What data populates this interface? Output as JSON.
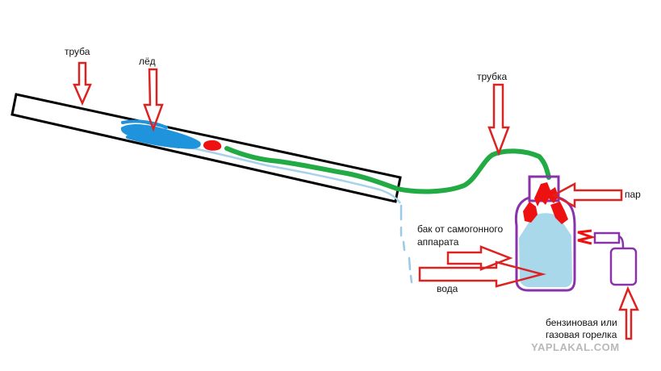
{
  "labels": {
    "pipe": "труба",
    "ice": "лёд",
    "tube": "трубка",
    "tank_line1": "бак от самогонного",
    "tank_line2": "аппарата",
    "water": "вода",
    "steam": "пар",
    "burner_line1": "бензиновая или",
    "burner_line2": "газовая горелка"
  },
  "watermark": "YAPLAKAL.COM",
  "colors": {
    "outline": "#000000",
    "arrow": "#dd2222",
    "ice": "#2299dd",
    "tube": "#22aa44",
    "tank_outline": "#8833aa",
    "water_fill": "#a8d8ea",
    "steam": "#ee1111",
    "drip": "#9cc9e6"
  },
  "icons": [
    "down-arrow-icon",
    "right-arrow-icon",
    "left-arrow-icon",
    "up-arrow-icon",
    "zigzag-icon"
  ]
}
